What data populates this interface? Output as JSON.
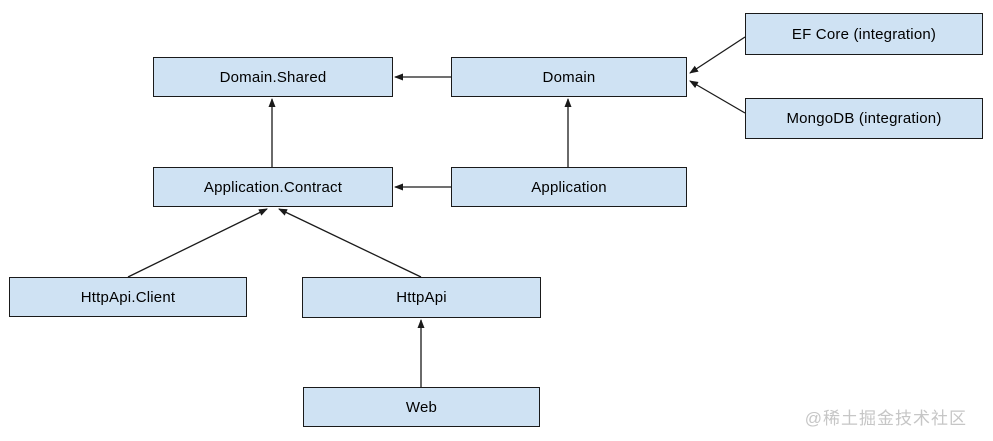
{
  "diagram": {
    "type": "dependency-diagram",
    "colors": {
      "node_fill": "#cfe2f3",
      "node_border": "#1a1a1a",
      "arrow": "#1a1a1a",
      "text": "#000000",
      "watermark": "#c6c6c6"
    },
    "nodes": {
      "domain_shared": {
        "label": "Domain.Shared"
      },
      "domain": {
        "label": "Domain"
      },
      "ef_core": {
        "label": "EF Core (integration)"
      },
      "mongodb": {
        "label": "MongoDB (integration)"
      },
      "application_contract": {
        "label": "Application.Contract"
      },
      "application": {
        "label": "Application"
      },
      "httpapi_client": {
        "label": "HttpApi.Client"
      },
      "httpapi": {
        "label": "HttpApi"
      },
      "web": {
        "label": "Web"
      }
    },
    "edges": [
      {
        "from": "Domain",
        "to": "Domain.Shared"
      },
      {
        "from": "EF Core (integration)",
        "to": "Domain"
      },
      {
        "from": "MongoDB (integration)",
        "to": "Domain"
      },
      {
        "from": "Application",
        "to": "Application.Contract"
      },
      {
        "from": "Application",
        "to": "Domain"
      },
      {
        "from": "Application.Contract",
        "to": "Domain.Shared"
      },
      {
        "from": "HttpApi.Client",
        "to": "Application.Contract"
      },
      {
        "from": "HttpApi",
        "to": "Application.Contract"
      },
      {
        "from": "Web",
        "to": "HttpApi"
      }
    ]
  },
  "watermark": {
    "text": "@稀土掘金技术社区"
  }
}
